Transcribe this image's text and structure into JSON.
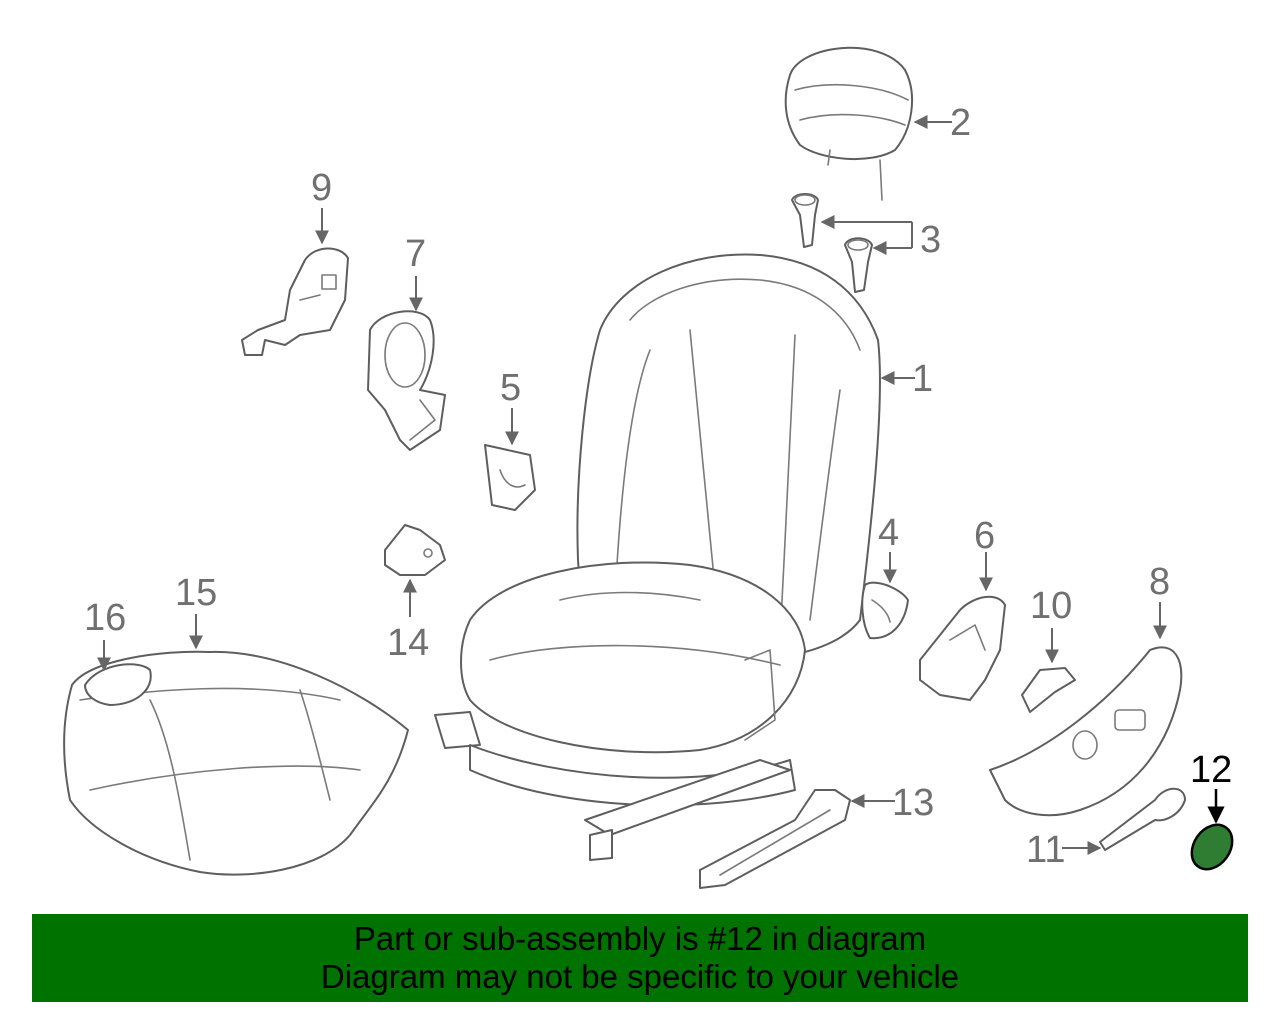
{
  "callouts": {
    "c1": "1",
    "c2": "2",
    "c3": "3",
    "c4": "4",
    "c5": "5",
    "c6": "6",
    "c7": "7",
    "c8": "8",
    "c9": "9",
    "c10": "10",
    "c11": "11",
    "c12": "12",
    "c13": "13",
    "c14": "14",
    "c15": "15",
    "c16": "16"
  },
  "highlight": {
    "part": "12",
    "color": "#2e7d32"
  },
  "banner": {
    "line1": "Part or sub-assembly is #12 in diagram",
    "line2": "Diagram may not be specific to your vehicle",
    "color": "#007200"
  }
}
